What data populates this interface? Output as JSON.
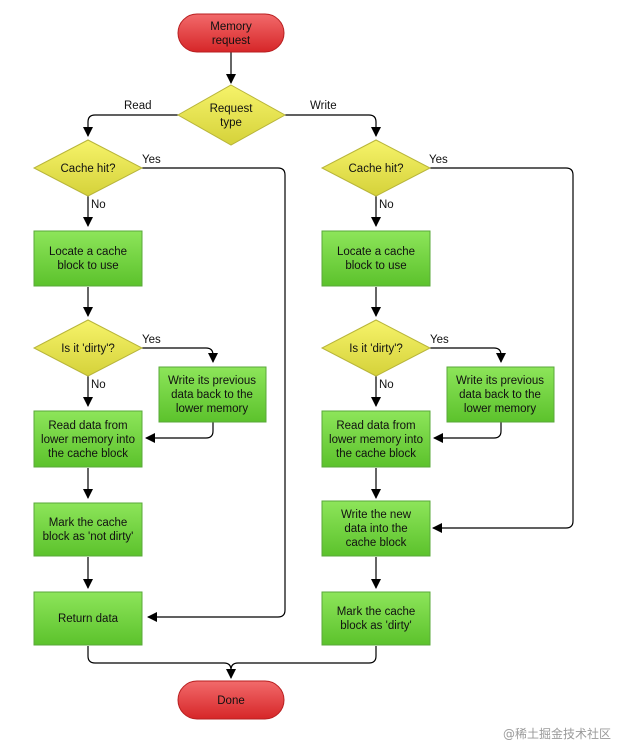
{
  "nodes": {
    "start": "Memory\nrequest",
    "request_type": "Request\ntype",
    "cache_hit_left": "Cache hit?",
    "cache_hit_right": "Cache hit?",
    "locate_left": "Locate a cache\nblock to use",
    "locate_right": "Locate a cache\nblock to use",
    "dirty_left": "Is it 'dirty'?",
    "dirty_right": "Is it 'dirty'?",
    "write_prev_left": "Write its previous\ndata back to the\nlower memory",
    "write_prev_right": "Write its previous\ndata back to the\nlower memory",
    "read_left": "Read data from\nlower memory into\nthe cache block",
    "read_right": "Read data from\nlower memory into\nthe cache block",
    "mark_not_dirty": "Mark the cache\nblock as 'not dirty'",
    "write_new": "Write the new\ndata into the\ncache block",
    "return_data": "Return data",
    "mark_dirty": "Mark the cache\nblock as 'dirty'",
    "done": "Done"
  },
  "edges": {
    "read": "Read",
    "write": "Write",
    "yes": "Yes",
    "no": "No"
  },
  "watermark": "@稀土掘金技术社区",
  "colors": {
    "terminal_fill": "#e8393a",
    "terminal_stroke": "#b81f20",
    "decision_fill": "#e3e24a",
    "decision_stroke": "#b8b53a",
    "process_fill": "#6fd13a",
    "process_stroke": "#5aa83a",
    "line": "#000000"
  }
}
